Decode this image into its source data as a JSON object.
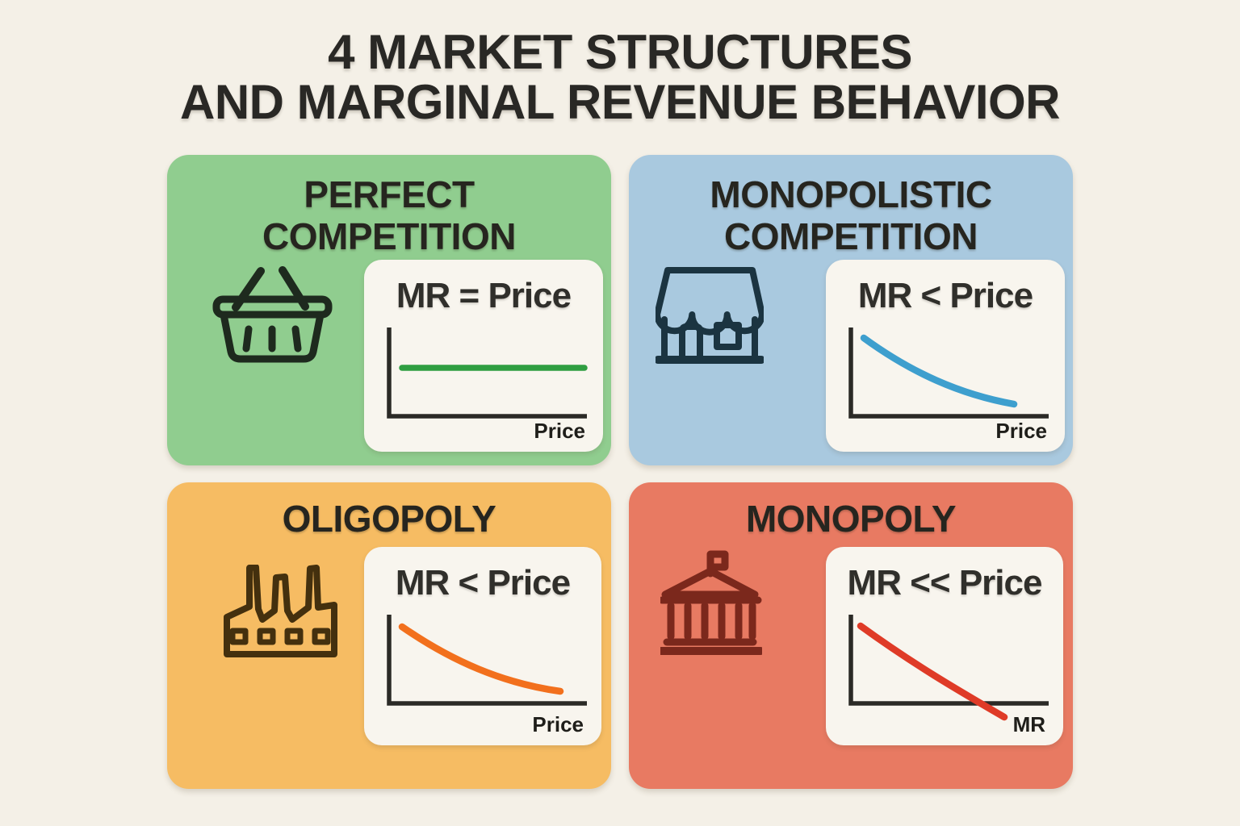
{
  "page": {
    "title_line1": "4 MARKET STRUCTURES",
    "title_line2": "AND MARGINAL REVENUE BEHAVIOR",
    "background_color": "#F4F0E7",
    "title_color": "#292825",
    "panel_color": "#F8F5EE",
    "axis_color": "#2B2A26"
  },
  "cards": [
    {
      "key": "perfect-competition",
      "title_line1": "PERFECT",
      "title_line2": "COMPETITION",
      "icon": "shopping-basket-icon",
      "bg_color": "#90CD8F",
      "icon_color": "#1E2A1E",
      "relation": "MR = Price",
      "axis_label": "Price",
      "curve_color": "#2F9E41",
      "chart": {
        "type": "line",
        "trend": "flat horizontal line (MR equals price)",
        "crosses_axis": false
      }
    },
    {
      "key": "monopolistic-competition",
      "title_line1": "MONOPOLISTIC",
      "title_line2": "COMPETITION",
      "icon": "storefront-icon",
      "bg_color": "#A9C9DF",
      "icon_color": "#1B3441",
      "relation": "MR < Price",
      "axis_label": "Price",
      "curve_color": "#3E9FCE",
      "chart": {
        "type": "line",
        "trend": "downward-sloping convex curve, stays above axis",
        "crosses_axis": false
      }
    },
    {
      "key": "oligopoly",
      "title_line1": "OLIGOPOLY",
      "title_line2": "",
      "icon": "factory-icon",
      "bg_color": "#F6BC63",
      "icon_color": "#44300E",
      "relation": "MR < Price",
      "axis_label": "Price",
      "curve_color": "#F2701D",
      "chart": {
        "type": "line",
        "trend": "downward-sloping convex curve, stays above axis",
        "crosses_axis": false
      }
    },
    {
      "key": "monopoly",
      "title_line1": "MONOPOLY",
      "title_line2": "",
      "icon": "bank-building-icon",
      "bg_color": "#E87A62",
      "icon_color": "#7B281C",
      "relation": "MR << Price",
      "axis_label": "MR",
      "curve_color": "#DF3B27",
      "chart": {
        "type": "line",
        "trend": "steep downward curve that crosses below the x-axis (negative MR)",
        "crosses_axis": true
      }
    }
  ]
}
